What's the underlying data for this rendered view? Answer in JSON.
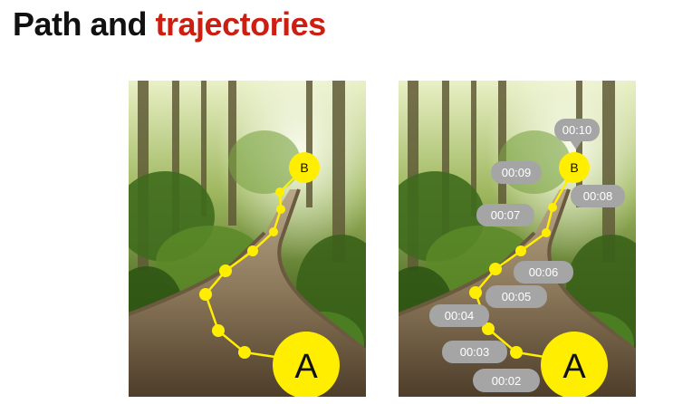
{
  "title": {
    "part1": "Path and",
    "part2": "trajectories"
  },
  "colors": {
    "accent": "#cc1f12",
    "path": "#ffee00",
    "label_bubble": "#a5a5a5"
  },
  "panels": {
    "left": {
      "start_marker": "A",
      "end_marker": "B"
    },
    "right": {
      "start_marker": "A",
      "end_marker": "B",
      "timestamps": [
        "00:10",
        "00:09",
        "00:08",
        "00:07",
        "00:06",
        "00:05",
        "00:04",
        "00:03",
        "00:02"
      ]
    }
  }
}
